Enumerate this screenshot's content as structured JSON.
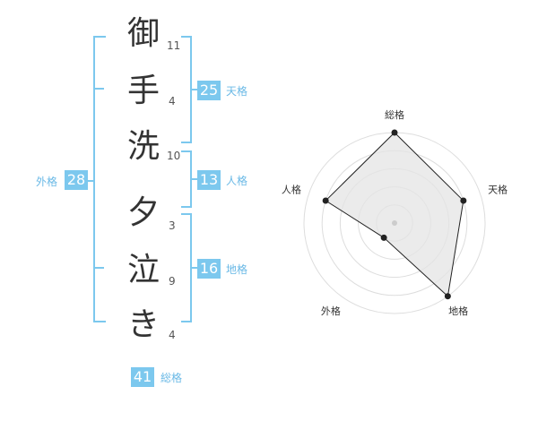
{
  "theme": {
    "accent": "#7cc8ee",
    "label_color": "#6ab9e6",
    "radar_fill": "#e4e4e4",
    "radar_line": "#222222"
  },
  "name": {
    "chars": [
      {
        "char": "御",
        "strokes": "11"
      },
      {
        "char": "手",
        "strokes": "4"
      },
      {
        "char": "洗",
        "strokes": "10"
      },
      {
        "char": "夕",
        "strokes": "3"
      },
      {
        "char": "泣",
        "strokes": "9"
      },
      {
        "char": "き",
        "strokes": "4"
      }
    ]
  },
  "fortunes": {
    "tenkaku": {
      "value": "25",
      "label": "天格"
    },
    "jinkaku": {
      "value": "13",
      "label": "人格"
    },
    "chikaku": {
      "value": "16",
      "label": "地格"
    },
    "gaikaku": {
      "value": "28",
      "label": "外格"
    },
    "soukaku": {
      "value": "41",
      "label": "総格"
    }
  },
  "chart_data": {
    "type": "radar",
    "axes": [
      "総格",
      "天格",
      "地格",
      "外格",
      "人格"
    ],
    "values": [
      5,
      4,
      5,
      1,
      4
    ],
    "max": 5,
    "rings": 5
  }
}
